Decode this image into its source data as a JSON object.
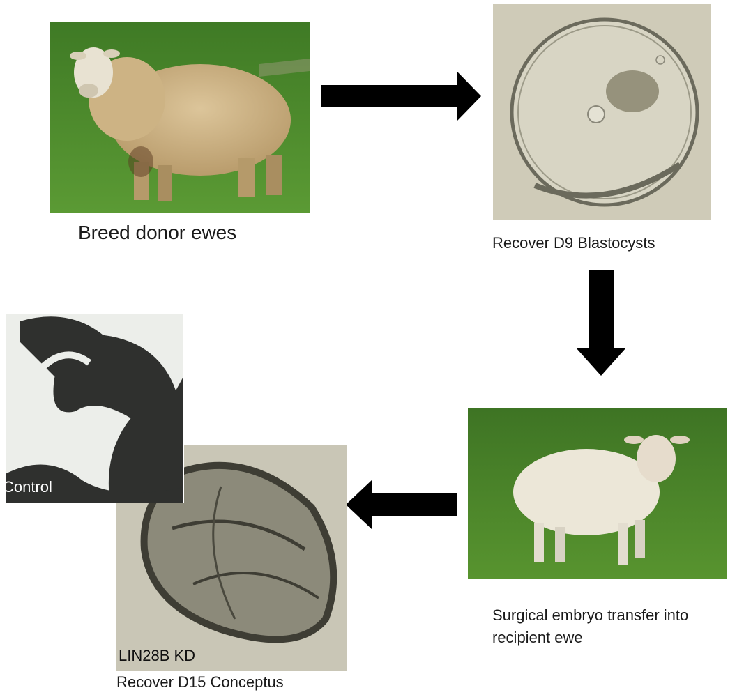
{
  "steps": {
    "donor": {
      "caption": "Breed donor ewes"
    },
    "blastocyst": {
      "caption": "Recover D9 Blastocysts"
    },
    "transfer": {
      "caption_line1": "Surgical embryo transfer into",
      "caption_line2": "recipient ewe"
    },
    "conceptus": {
      "caption": "Recover D15 Conceptus",
      "control_label": "Control",
      "kd_label": "LIN28B KD"
    }
  },
  "colors": {
    "arrow": "#000000",
    "grass": "#4f8a2e",
    "wool": "#d2b98c",
    "blasto_bg": "#cfcbb8",
    "control_bg": "#eceeea",
    "kd_bg": "#c9c6b6"
  }
}
